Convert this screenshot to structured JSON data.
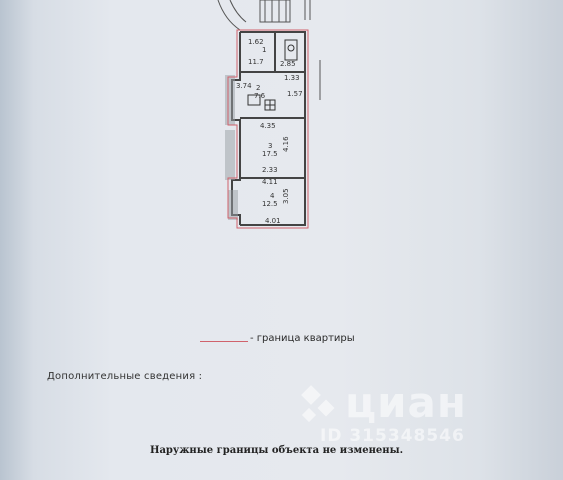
{
  "plan": {
    "room_labels": [
      {
        "id": "1",
        "num": "1",
        "area": "11.7",
        "dim": "1.62"
      },
      {
        "id": "2",
        "num": "2",
        "area": "7.6",
        "dim": "3.74"
      },
      {
        "id": "3",
        "num": "3",
        "area": "17.5",
        "dim": "4.35"
      },
      {
        "id": "4",
        "num": "4",
        "area": "12.5",
        "dim": "4.01"
      }
    ],
    "dims": [
      "2.85",
      "1.33",
      "1.57",
      "4.16",
      "2.33",
      "4.11",
      "3.05"
    ]
  },
  "legend": {
    "label": "- граница квартиры",
    "line_color": "#d0626c"
  },
  "extra_info": {
    "label": "Дополнительные  сведения :"
  },
  "footer": {
    "note": "Наружные границы объекта не изменены."
  },
  "watermark": {
    "brand": "циан",
    "id_text": "ID 315348546"
  }
}
